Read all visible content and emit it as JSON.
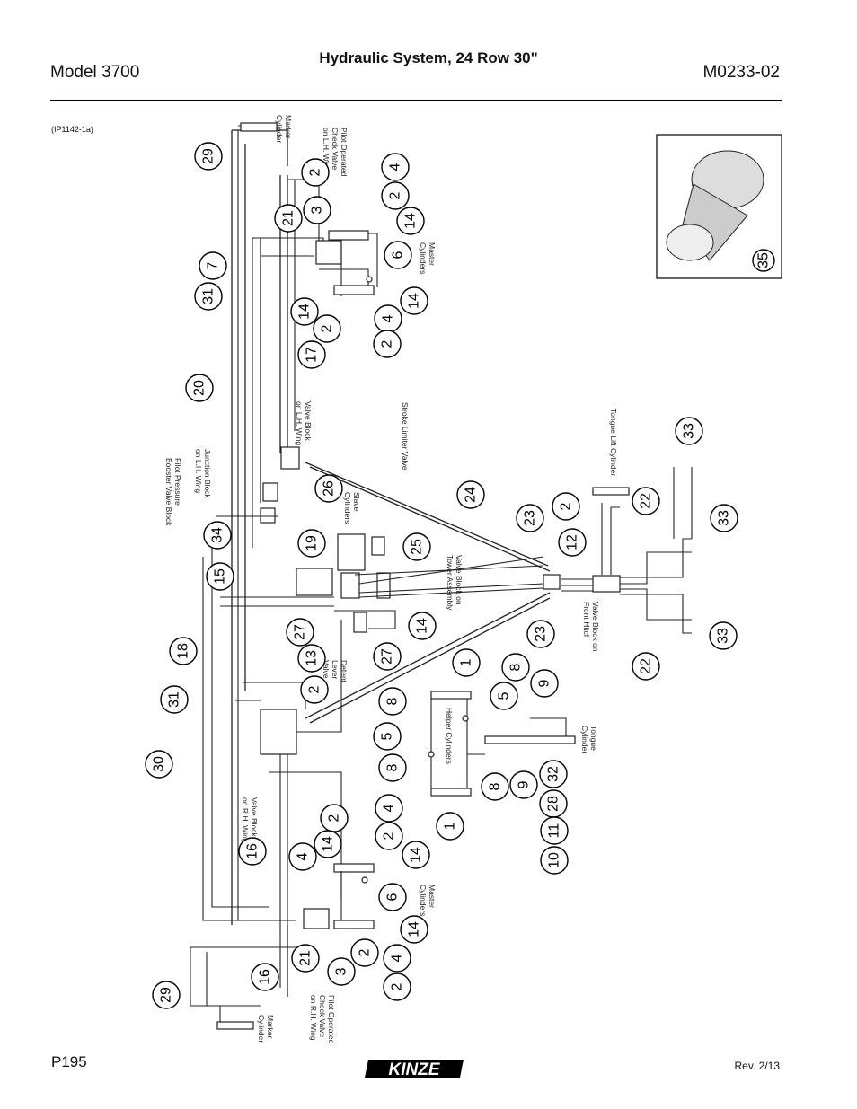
{
  "header": {
    "model": "Model 3700",
    "title": "Hydraulic System, 24 Row 30\"",
    "doc_number": "M0233-02",
    "illustration_id": "(IP1142-1a)"
  },
  "footer": {
    "page": "P195",
    "revision": "Rev. 2/13",
    "logo_text": "KINZE"
  },
  "labels": {
    "marker_cyl_top": [
      "Marker",
      "Cylinder"
    ],
    "pilot_check_lh": [
      "Pilot Operated",
      "Check Valve",
      "on L.H. Wing"
    ],
    "master_cyl_top": [
      "Master",
      "Cylinders"
    ],
    "valve_block_lh": [
      "Valve Block",
      "on L.H. Wing"
    ],
    "stroke_limiter": [
      "Stroke Limiter Valve"
    ],
    "junction_block": [
      "Junction Block",
      "on L.H. Wing"
    ],
    "pilot_booster": [
      "Pilot Pressure",
      "Booster Valve Block"
    ],
    "slave_cyl": [
      "Slave",
      "Cylinders"
    ],
    "tower_block": [
      "Valve Block on",
      "Tower Assembly"
    ],
    "tongue_lift": [
      "Tongue Lift Cylinder"
    ],
    "front_hitch": [
      "Valve Block on",
      "Front Hitch"
    ],
    "detent_valve": [
      "Detent",
      "Lever",
      "Valve"
    ],
    "helper_cyl": [
      "Helper Cylinders"
    ],
    "tongue_cyl": [
      "Tongue",
      "Cylinder"
    ],
    "valve_block_rh": [
      "Valve Block",
      "on R.H. Wing"
    ],
    "master_cyl_bottom": [
      "Master",
      "Cylinders"
    ],
    "marker_cyl_bottom": [
      "Marker",
      "Cylinder"
    ],
    "pilot_check_rh": [
      "Pilot Operated",
      "Check Valve",
      "on R.H. Wing"
    ]
  },
  "callouts": [
    {
      "n": "29"
    },
    {
      "n": "7"
    },
    {
      "n": "31"
    },
    {
      "n": "20"
    },
    {
      "n": "2"
    },
    {
      "n": "3"
    },
    {
      "n": "21"
    },
    {
      "n": "4"
    },
    {
      "n": "2"
    },
    {
      "n": "14"
    },
    {
      "n": "6"
    },
    {
      "n": "14"
    },
    {
      "n": "4"
    },
    {
      "n": "2"
    },
    {
      "n": "14"
    },
    {
      "n": "2"
    },
    {
      "n": "17"
    },
    {
      "n": "26"
    },
    {
      "n": "34"
    },
    {
      "n": "19"
    },
    {
      "n": "15"
    },
    {
      "n": "25"
    },
    {
      "n": "24"
    },
    {
      "n": "23"
    },
    {
      "n": "2"
    },
    {
      "n": "12"
    },
    {
      "n": "22"
    },
    {
      "n": "33"
    },
    {
      "n": "33"
    },
    {
      "n": "33"
    },
    {
      "n": "22"
    },
    {
      "n": "27"
    },
    {
      "n": "14"
    },
    {
      "n": "13"
    },
    {
      "n": "27"
    },
    {
      "n": "23"
    },
    {
      "n": "18"
    },
    {
      "n": "2"
    },
    {
      "n": "1"
    },
    {
      "n": "8"
    },
    {
      "n": "8"
    },
    {
      "n": "5"
    },
    {
      "n": "9"
    },
    {
      "n": "31"
    },
    {
      "n": "5"
    },
    {
      "n": "30"
    },
    {
      "n": "8"
    },
    {
      "n": "8"
    },
    {
      "n": "9"
    },
    {
      "n": "32"
    },
    {
      "n": "28"
    },
    {
      "n": "1"
    },
    {
      "n": "11"
    },
    {
      "n": "10"
    },
    {
      "n": "16"
    },
    {
      "n": "2"
    },
    {
      "n": "4"
    },
    {
      "n": "2"
    },
    {
      "n": "14"
    },
    {
      "n": "4"
    },
    {
      "n": "14"
    },
    {
      "n": "6"
    },
    {
      "n": "14"
    },
    {
      "n": "2"
    },
    {
      "n": "4"
    },
    {
      "n": "21"
    },
    {
      "n": "3"
    },
    {
      "n": "2"
    },
    {
      "n": "16"
    },
    {
      "n": "29"
    },
    {
      "n": "35"
    }
  ]
}
